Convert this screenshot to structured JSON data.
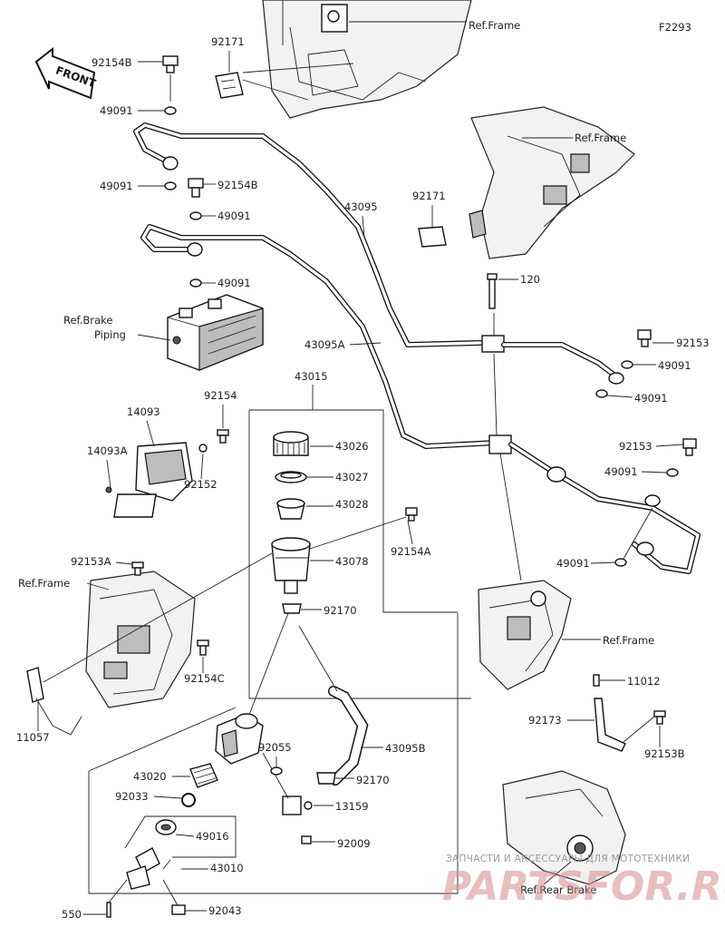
{
  "code": "F2293",
  "front": "FRONT",
  "labels": {
    "ref_frame_top": "Ref.Frame",
    "p92171_a": "92171",
    "p92154b_a": "92154B",
    "p49091_a": "49091",
    "p49091_b": "49091",
    "ref_frame_mid": "Ref.Frame",
    "p92154b_b": "92154B",
    "p49091_c": "49091",
    "p92171_b": "92171",
    "p43095": "43095",
    "p49091_d": "49091",
    "ref_brake_piping_1": "Ref.Brake",
    "ref_brake_piping_2": "Piping",
    "p120": "120",
    "p92153_a": "92153",
    "p43095a": "43095A",
    "p49091_e": "49091",
    "p43015": "43015",
    "p49091_f": "49091",
    "p92154": "92154",
    "p14093": "14093",
    "p43026": "43026",
    "p92153_b": "92153",
    "p14093a": "14093A",
    "p49091_g": "49091",
    "p43027": "43027",
    "p92152": "92152",
    "p43028": "43028",
    "p92154a": "92154A",
    "p92153a": "92153A",
    "p43078": "43078",
    "p49091_h": "49091",
    "ref_frame_left": "Ref.Frame",
    "p92170_a": "92170",
    "ref_frame_right": "Ref.Frame",
    "p92154c": "92154C",
    "p11012": "11012",
    "p11057": "11057",
    "p92055": "92055",
    "p43095b": "43095B",
    "p92173": "92173",
    "p92153b": "92153B",
    "p43020": "43020",
    "p92170_b": "92170",
    "p92033": "92033",
    "p13159": "13159",
    "p49016": "49016",
    "p92009": "92009",
    "p43010": "43010",
    "ref_rear_brake": "Ref.Rear Brake",
    "p550": "550",
    "p92043": "92043"
  },
  "watermark": {
    "line1": "ЗАПЧАСТИ И АКСЕССУАРЫ ДЛЯ МОТОТЕХНИКИ",
    "line2": "PARTSFOR.RU"
  }
}
